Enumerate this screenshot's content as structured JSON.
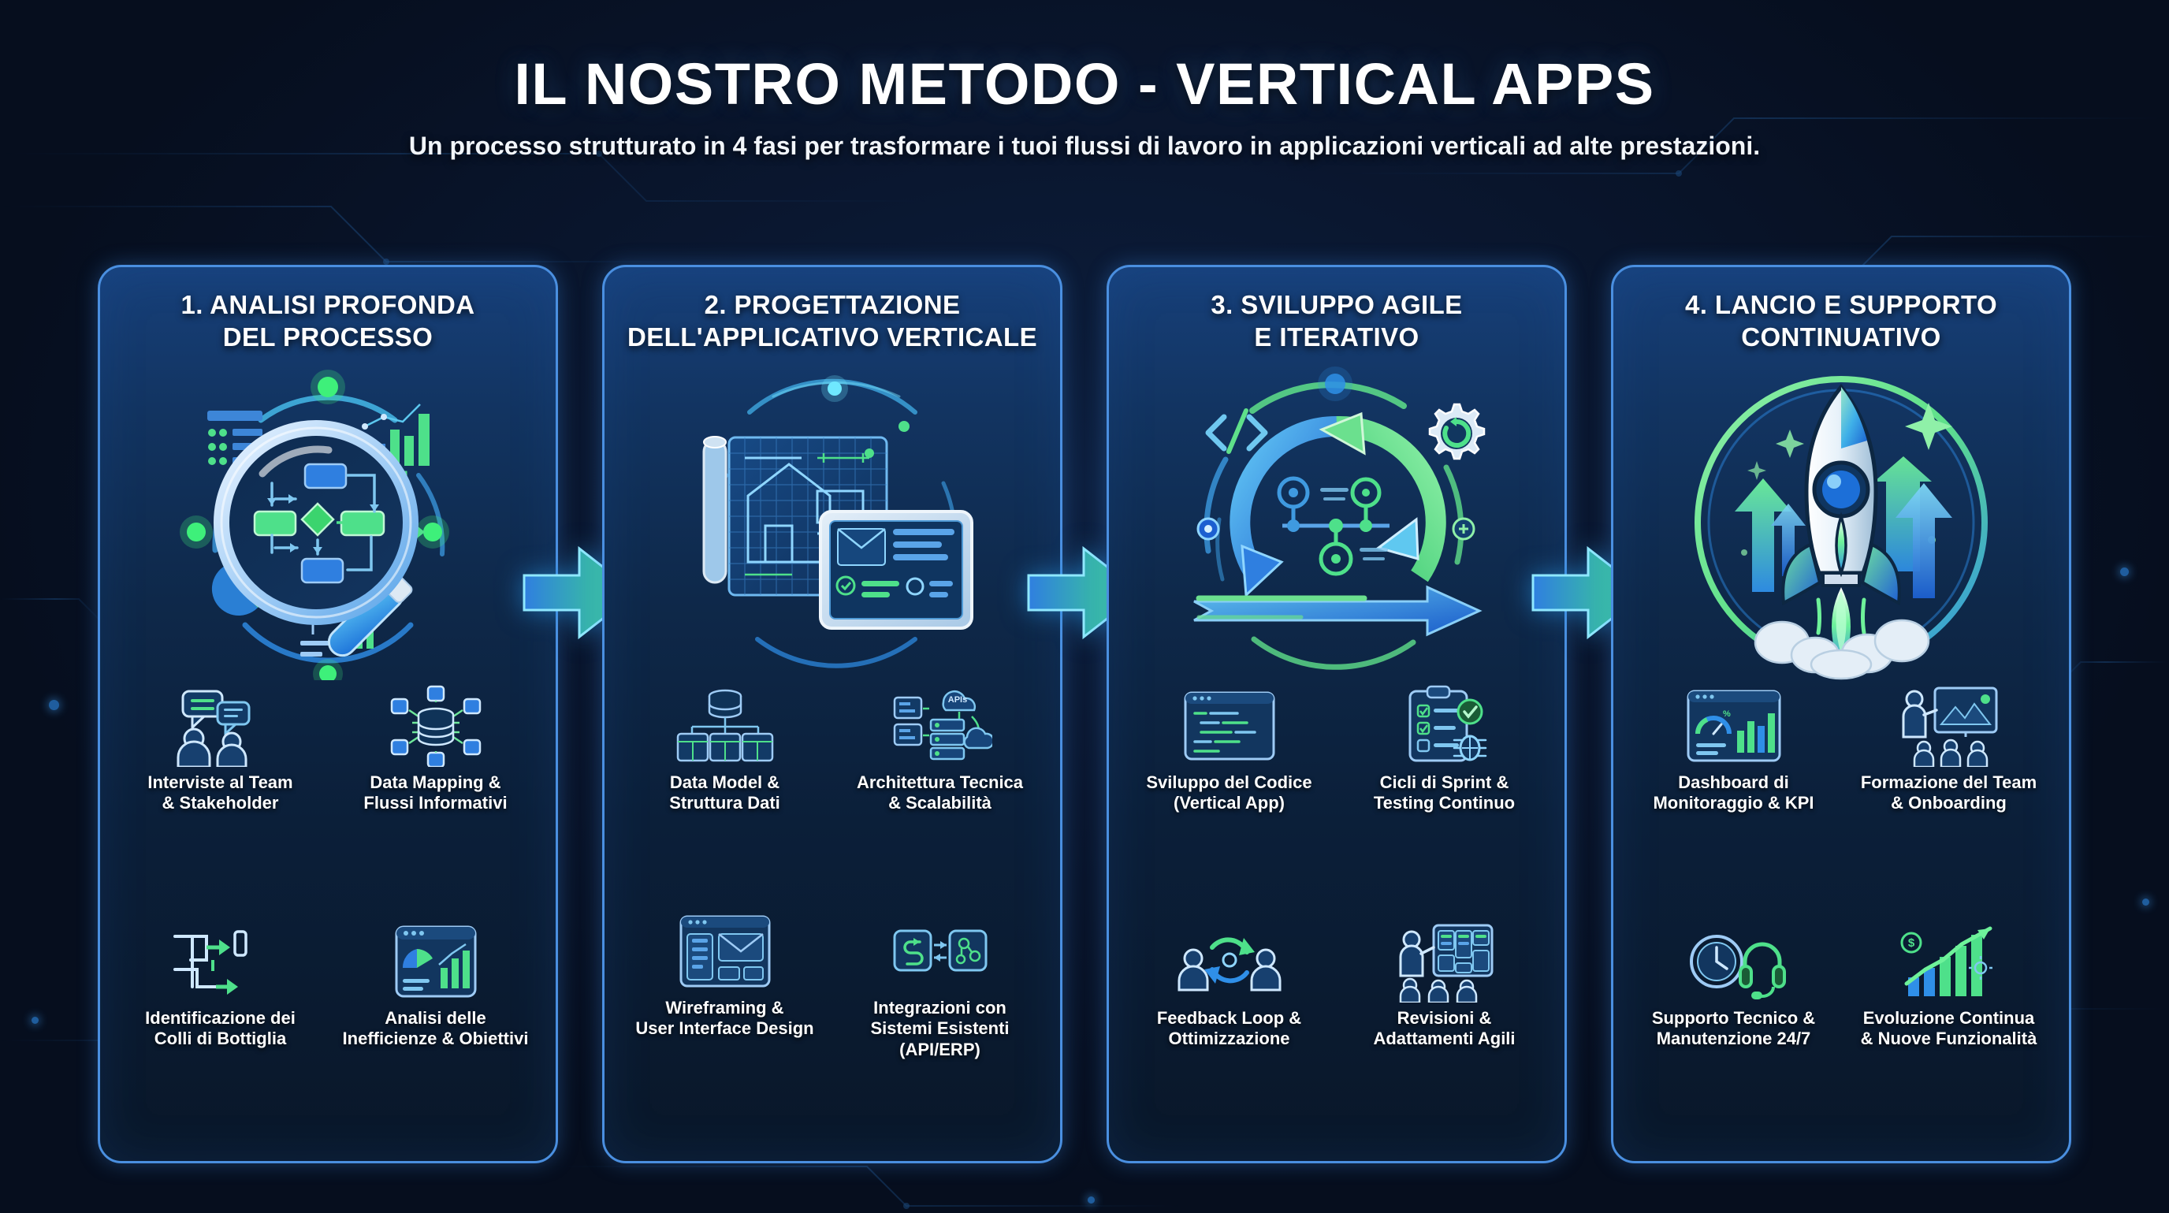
{
  "header": {
    "title": "IL NOSTRO METODO - VERTICAL APPS",
    "subtitle": "Un processo strutturato in 4 fasi per trasformare i tuoi flussi di lavoro in applicazioni verticali ad alte prestazioni."
  },
  "colors": {
    "background": "#0a1730",
    "card_bg_top": "#17407a",
    "card_bg_bottom": "#091729",
    "card_border": "#4a8fe0",
    "accent_blue": "#2f8fe8",
    "accent_cyan": "#5cc8ef",
    "accent_green": "#4ade80",
    "text_primary": "#ffffff",
    "arrow_gradient_from": "#2f7fe0",
    "arrow_gradient_to": "#3ddc84"
  },
  "connectors": [
    {
      "name": "arrow-1-to-2",
      "icon": "right-arrow-icon"
    },
    {
      "name": "arrow-2-to-3",
      "icon": "right-arrow-icon"
    },
    {
      "name": "arrow-3-to-4",
      "icon": "right-arrow-icon"
    }
  ],
  "phases": [
    {
      "id": "phase-1",
      "title": "1. ANALISI PROFONDA\nDEL PROCESSO",
      "hero_icon": "magnifier-process-analysis-icon",
      "features": [
        {
          "icon": "interview-people-chat-icon",
          "label": "Interviste al Team\n& Stakeholder"
        },
        {
          "icon": "data-mapping-database-network-icon",
          "label": "Data Mapping &\nFlussi Informativi"
        },
        {
          "icon": "bottleneck-pipeline-icon",
          "label": "Identificazione dei\nColli di Bottiglia"
        },
        {
          "icon": "analytics-report-chart-icon",
          "label": "Analisi delle\nInefficienze & Obiettivi"
        }
      ]
    },
    {
      "id": "phase-2",
      "title": "2. PROGETTAZIONE\nDELL'APPLICATIVO VERTICALE",
      "hero_icon": "blueprint-tablet-design-icon",
      "features": [
        {
          "icon": "data-model-schema-icon",
          "label": "Data Model &\nStruttura Dati"
        },
        {
          "icon": "api-cloud-architecture-icon",
          "label": "Architettura Tecnica\n& Scalabilità"
        },
        {
          "icon": "wireframe-layout-icon",
          "label": "Wireframing &\nUser Interface Design"
        },
        {
          "icon": "integration-sync-icon",
          "label": "Integrazioni con\nSistemi Esistenti\n(API/ERP)"
        }
      ]
    },
    {
      "id": "phase-3",
      "title": "3. SVILUPPO AGILE\nE ITERATIVO",
      "hero_icon": "agile-cycle-arrows-icon",
      "features": [
        {
          "icon": "code-window-icon",
          "label": "Sviluppo del Codice\n(Vertical App)"
        },
        {
          "icon": "checklist-testing-bug-icon",
          "label": "Cicli di Sprint &\nTesting Continuo"
        },
        {
          "icon": "feedback-loop-users-icon",
          "label": "Feedback Loop &\nOttimizzazione"
        },
        {
          "icon": "kanban-review-presenter-icon",
          "label": "Revisioni &\nAdattamenti Agili"
        }
      ]
    },
    {
      "id": "phase-4",
      "title": "4. LANCIO E SUPPORTO\nCONTINUATIVO",
      "hero_icon": "rocket-launch-icon",
      "features": [
        {
          "icon": "dashboard-kpi-monitor-icon",
          "label": "Dashboard di\nMonitoraggio & KPI"
        },
        {
          "icon": "training-presentation-icon",
          "label": "Formazione del Team\n& Onboarding"
        },
        {
          "icon": "support-headset-clock-icon",
          "label": "Supporto Tecnico &\nManutenzione 24/7"
        },
        {
          "icon": "growth-chart-upward-icon",
          "label": "Evoluzione Continua\n& Nuove Funzionalità"
        }
      ]
    }
  ]
}
